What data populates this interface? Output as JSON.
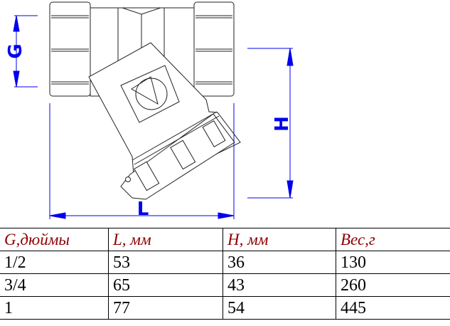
{
  "dimensions": {
    "g_label": "G",
    "h_label": "H",
    "l_label": "L"
  },
  "colors": {
    "dimension": "#0000ee",
    "header_text": "#8b0000"
  },
  "table": {
    "headers": [
      "G,дюймы",
      "L, мм",
      "H, мм",
      "Вес,г"
    ],
    "rows": [
      [
        "1/2",
        "53",
        "36",
        "130"
      ],
      [
        "3/4",
        "65",
        "43",
        "260"
      ],
      [
        "1",
        "77",
        "54",
        "445"
      ]
    ]
  }
}
